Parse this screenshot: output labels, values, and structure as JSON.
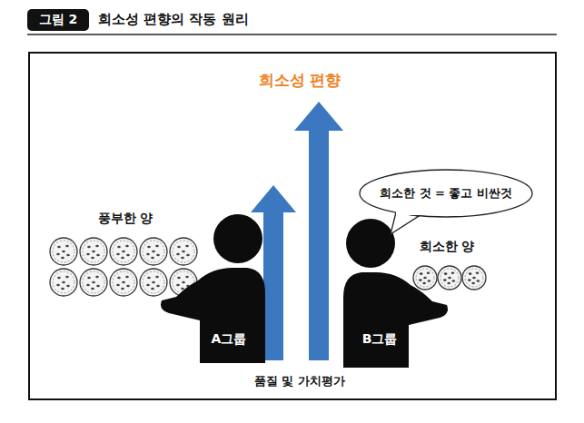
{
  "diagram": {
    "title": "희소성 편향의 작동 원리",
    "nodes": [
      {
        "text": [
          "그림 2"
        ]
      },
      {
        "text": [
          "A그룹"
        ]
      },
      {
        "text": [
          "B그룹"
        ]
      },
      {
        "text": [
          "희소한 것 = 좋고 비싼것"
        ]
      }
    ],
    "labels": [
      "희소성 편향",
      "풍부한 양",
      "희소한 양",
      "품질 및 가치평가"
    ]
  }
}
